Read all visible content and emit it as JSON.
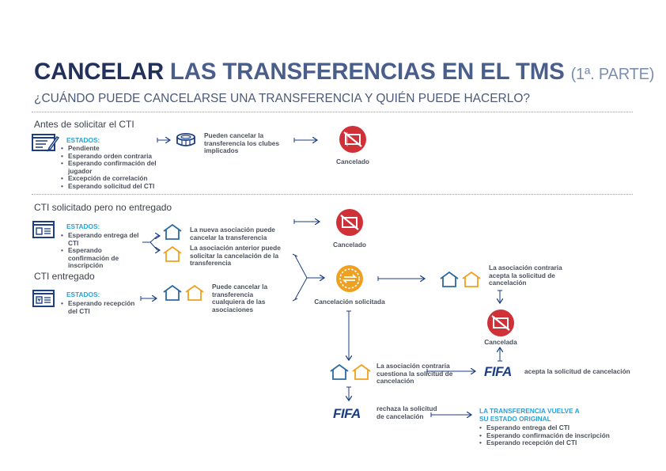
{
  "header": {
    "title_part1": "CANCELAR",
    "title_part2": "LAS TRANSFERENCIAS EN EL TMS",
    "title_part3": "(1ª. PARTE)",
    "subtitle": "¿CUÁNDO PUEDE CANCELARSE UNA TRANSFERENCIA Y QUIÉN PUEDE HACERLO?"
  },
  "section1": {
    "heading": "Antes de solicitar el CTI",
    "states_label": "ESTADOS:",
    "states": [
      "Pendiente",
      "Esperando orden contraria",
      "Esperando confirmación del jugador",
      "Excepción de correlación",
      "Esperando solicitud del CTI"
    ],
    "action_text": "Pueden cancelar la transferencia los clubes implicados",
    "result_label": "Cancelado"
  },
  "section2": {
    "heading": "CTI solicitado pero no entregado",
    "states_label": "ESTADOS:",
    "states": [
      "Esperando entrega del CTI",
      "Esperando confirmación de inscripción"
    ],
    "new_assoc_text": "La nueva asociación puede cancelar la transferencia",
    "prev_assoc_text": "La asociación anterior puede solicitar la cancelación de la transferencia",
    "result_label": "Cancelado"
  },
  "section3": {
    "heading": "CTI entregado",
    "states_label": "ESTADOS:",
    "states": [
      "Esperando recepción del CTI"
    ],
    "action_text": "Puede cancelar la transferencia cualquiera de las asociaciones"
  },
  "flow": {
    "requested_label": "Cancelación solicitada",
    "accept_text": "La asociación contraria acepta la solicitud de cancelación",
    "cancelled_label": "Cancelada",
    "question_text": "La asociación contraria cuestiona la solicitud de cancelación",
    "fifa_label": "FIFA",
    "fifa_accepts_text": "acepta la solicitud de cancelación",
    "fifa_rejects_text": "rechaza la solicitud de cancelación",
    "revert_title": "LA TRANSFERENCIA VUELVE A SU ESTADO ORIGINAL",
    "revert_states": [
      "Esperando entrega del CTI",
      "Esperando confirmación de inscripción",
      "Esperando recepción del CTI"
    ]
  },
  "colors": {
    "navy": "#1b3e84",
    "cyan": "#2aa0d8",
    "red": "#d03038",
    "orange": "#f0a020",
    "house_blue": "#2e6a9e",
    "house_orange": "#f0a020"
  },
  "icons": [
    "form-icon",
    "stadium-icon",
    "cancelled-icon",
    "cti-request-icon",
    "cti-delivered-icon",
    "house-blue-icon",
    "house-orange-icon",
    "pending-cancellation-icon",
    "fifa-logo"
  ]
}
